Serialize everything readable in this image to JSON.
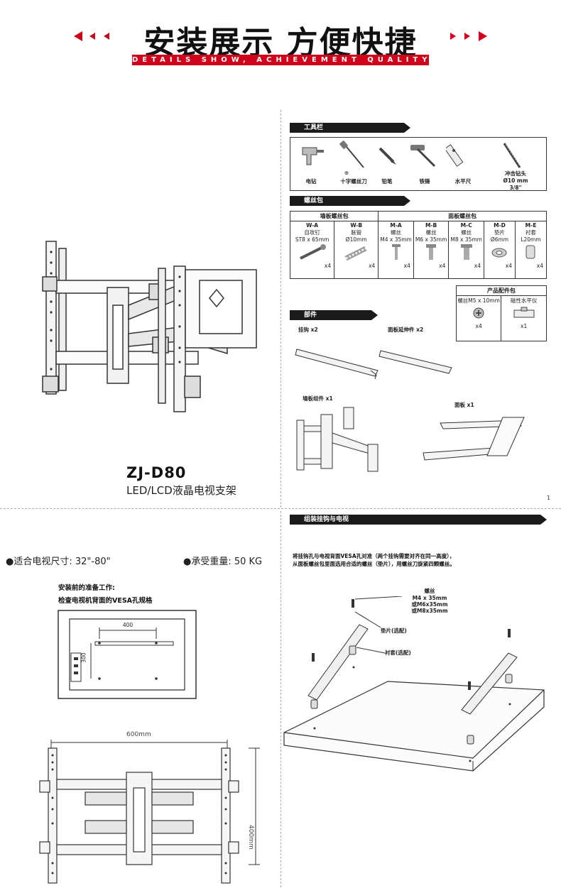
{
  "banner": {
    "title": "安装展示 方便快捷",
    "subtitle": "DETAILS SHOW, ACHIEVEMENT QUALITY",
    "accent_color": "#d0021b"
  },
  "tools": {
    "header": "工具栏",
    "items": [
      {
        "label": "电钻",
        "icon": "drill-icon"
      },
      {
        "label": "十字螺丝刀",
        "icon": "screwdriver-icon",
        "prefix": "⊕"
      },
      {
        "label": "铅笔",
        "icon": "pencil-icon"
      },
      {
        "label": "铁锤",
        "icon": "hammer-icon"
      },
      {
        "label": "水平尺",
        "icon": "level-icon"
      },
      {
        "label": "冲击钻头",
        "detail1": "Ø10 mm",
        "detail2": "3/8\"",
        "icon": "drill-bit-icon"
      }
    ]
  },
  "screws": {
    "header": "螺丝包",
    "wall_group": "墙板螺丝包",
    "panel_group": "面板螺丝包",
    "columns": [
      {
        "code": "W-A",
        "name": "自攻钉",
        "spec": "ST8 x 65mm",
        "qty": "x4",
        "icon": "lag-bolt-icon"
      },
      {
        "code": "W-B",
        "name": "胀管",
        "spec": "Ø10mm",
        "qty": "x4",
        "icon": "wall-anchor-icon"
      },
      {
        "code": "M-A",
        "name": "螺丝",
        "spec": "M4 x 35mm",
        "qty": "x4",
        "icon": "screw-icon"
      },
      {
        "code": "M-B",
        "name": "螺丝",
        "spec": "M6 x 35mm",
        "qty": "x4",
        "icon": "screw-icon"
      },
      {
        "code": "M-C",
        "name": "螺丝",
        "spec": "M8 x 35mm",
        "qty": "x4",
        "icon": "screw-icon"
      },
      {
        "code": "M-D",
        "name": "垫片",
        "spec": "Ø6mm",
        "qty": "x4",
        "icon": "washer-icon"
      },
      {
        "code": "M-E",
        "name": "衬套",
        "spec": "L20mm",
        "qty": "x4",
        "icon": "spacer-icon"
      }
    ]
  },
  "accessories": {
    "header": "产品配件包",
    "items": [
      {
        "name": "螺丝M5 x 10mm",
        "qty": "x4",
        "icon": "screw-head-icon"
      },
      {
        "name": "磁性水平仪",
        "qty": "x1",
        "icon": "magnetic-level-icon"
      }
    ]
  },
  "parts": {
    "header": "部件",
    "items": [
      {
        "label": "挂钩 x2"
      },
      {
        "label": "面板延伸件 x2"
      },
      {
        "label": "墙板组件 x1"
      },
      {
        "label": "面板 x1"
      }
    ]
  },
  "product": {
    "model": "ZJ-D80",
    "description": "LED/LCD液晶电视支架"
  },
  "page_number": "1",
  "specs": {
    "tv_size": "●适合电视尺寸: 32\"-80\"",
    "load": "●承受重量: 50 KG"
  },
  "preparation": {
    "line1": "安装前的准备工作:",
    "line2": "检查电视机背面的VESA孔规格",
    "vesa_width": "400",
    "vesa_height": "300"
  },
  "bracket_dims": {
    "width": "600mm",
    "height": "400mm"
  },
  "assembly": {
    "header": "组装挂钩与电视",
    "note1": "将挂钩孔与电视背面VESA孔对准（两个挂钩需要对齐在同一高度），",
    "note2": "从面板螺丝包里面选用合适的螺丝（垫片），用螺丝刀旋紧四颗螺丝。",
    "screw_label": "螺丝",
    "screw_opts": [
      "M4 x 35mm",
      "或M6x35mm",
      "或M8x35mm"
    ],
    "washer_label": "垫片(选配)",
    "spacer_label": "衬套(选配)"
  }
}
